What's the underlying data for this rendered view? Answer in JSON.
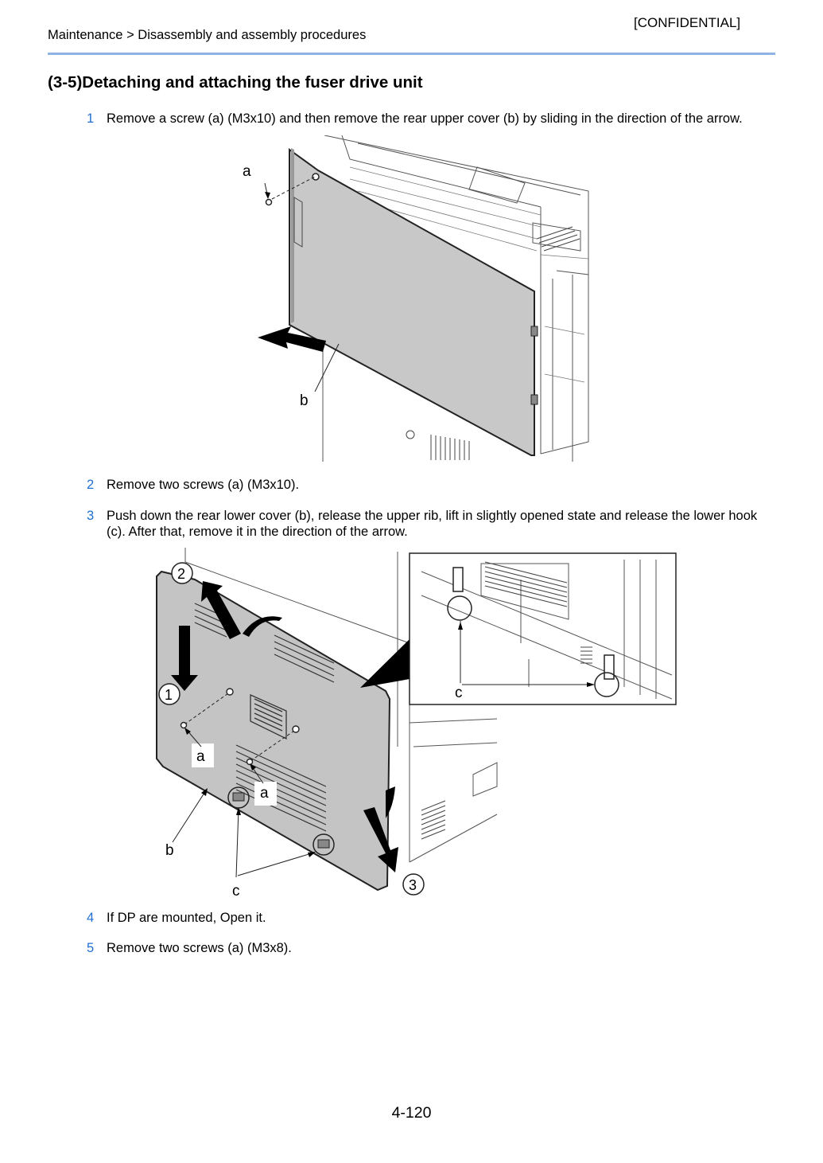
{
  "header": {
    "confidential": "[CONFIDENTIAL]",
    "breadcrumb": "Maintenance > Disassembly and assembly procedures"
  },
  "section": {
    "title": "(3-5)Detaching and attaching the fuser drive unit"
  },
  "steps": [
    {
      "num": "1",
      "text": "Remove a screw (a) (M3x10) and then remove the rear upper cover (b) by sliding in the direction of the arrow."
    },
    {
      "num": "2",
      "text": "Remove two screws (a) (M3x10)."
    },
    {
      "num": "3",
      "text": "Push down the rear lower cover (b), release the upper rib, lift in slightly opened state and release the lower hook (c). After that, remove it in the direction of the arrow."
    },
    {
      "num": "4",
      "text": "If DP are mounted, Open it."
    },
    {
      "num": "5",
      "text": "Remove two screws (a) (M3x8)."
    }
  ],
  "figure1": {
    "labels": {
      "a": "a",
      "b": "b"
    }
  },
  "figure2": {
    "labels": {
      "a1": "a",
      "a2": "a",
      "b": "b",
      "c1": "c",
      "c2": "c",
      "n1": "1",
      "n2": "2",
      "n3": "3"
    }
  },
  "footer": {
    "page_number": "4-120"
  }
}
